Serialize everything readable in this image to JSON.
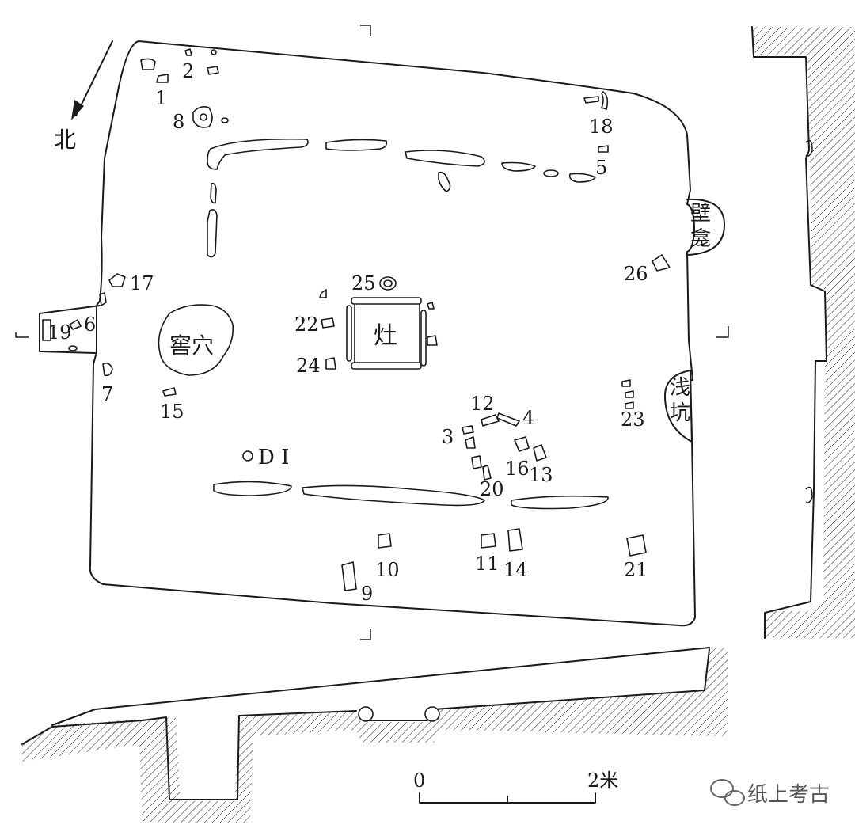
{
  "labels": {
    "north": "北",
    "pit": "窖穴",
    "hearth": "灶",
    "niche_1": "壁",
    "niche_2": "龛",
    "shallow_1": "浅",
    "shallow_2": "坑",
    "post": "D I"
  },
  "finds": {
    "n1": "1",
    "n2": "2",
    "n3": "3",
    "n4": "4",
    "n5": "5",
    "n6": "6",
    "n7": "7",
    "n8": "8",
    "n9": "9",
    "n10": "10",
    "n11": "11",
    "n12": "12",
    "n13": "13",
    "n14": "14",
    "n15": "15",
    "n16": "16",
    "n17": "17",
    "n18": "18",
    "n19": "19",
    "n20": "20",
    "n21": "21",
    "n22": "22",
    "n23": "23",
    "n24": "24",
    "n25": "25",
    "n26": "26"
  },
  "scale": {
    "zero": "0",
    "end": "2米"
  },
  "watermark": "纸上考古",
  "colors": {
    "line": "#1a1a1a",
    "background": "#ffffff"
  }
}
